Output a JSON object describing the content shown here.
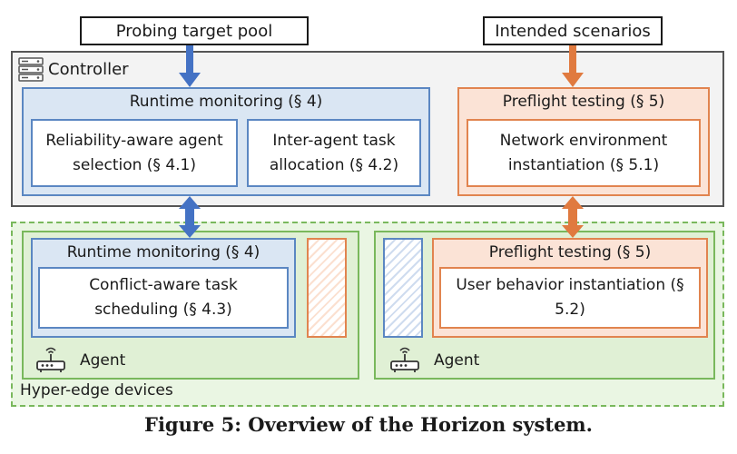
{
  "inputs": {
    "probing": "Probing target pool",
    "scenarios": "Intended scenarios"
  },
  "controller": {
    "label": "Controller",
    "runtime": {
      "title": "Runtime monitoring (§ 4)",
      "items": [
        "Reliability-aware agent selection (§ 4.1)",
        "Inter-agent task allocation (§ 4.2)"
      ]
    },
    "preflight": {
      "title": "Preflight testing (§ 5)",
      "items": [
        "Network environment instantiation (§ 5.1)"
      ]
    }
  },
  "hyper_edge": {
    "label": "Hyper-edge devices",
    "left_agent": {
      "label": "Agent",
      "runtime": {
        "title": "Runtime monitoring (§ 4)",
        "items": [
          "Conflict-aware task scheduling (§ 4.3)"
        ]
      }
    },
    "right_agent": {
      "label": "Agent",
      "preflight": {
        "title": "Preflight testing (§ 5)",
        "items": [
          "User behavior instantiation (§ 5.2)"
        ]
      }
    }
  },
  "caption": "Figure 5: Overview of the Horizon system.",
  "colors": {
    "blue_border": "#5b87c2",
    "blue_fill": "#dae6f3",
    "orange_border": "#e1844f",
    "orange_fill": "#fbe3d6",
    "green_border": "#79b85c",
    "green_fill": "#e0f0d5",
    "arrow_blue": "#4472c4",
    "arrow_orange": "#e07a3f"
  },
  "icons": [
    "server-icon",
    "router-icon"
  ]
}
